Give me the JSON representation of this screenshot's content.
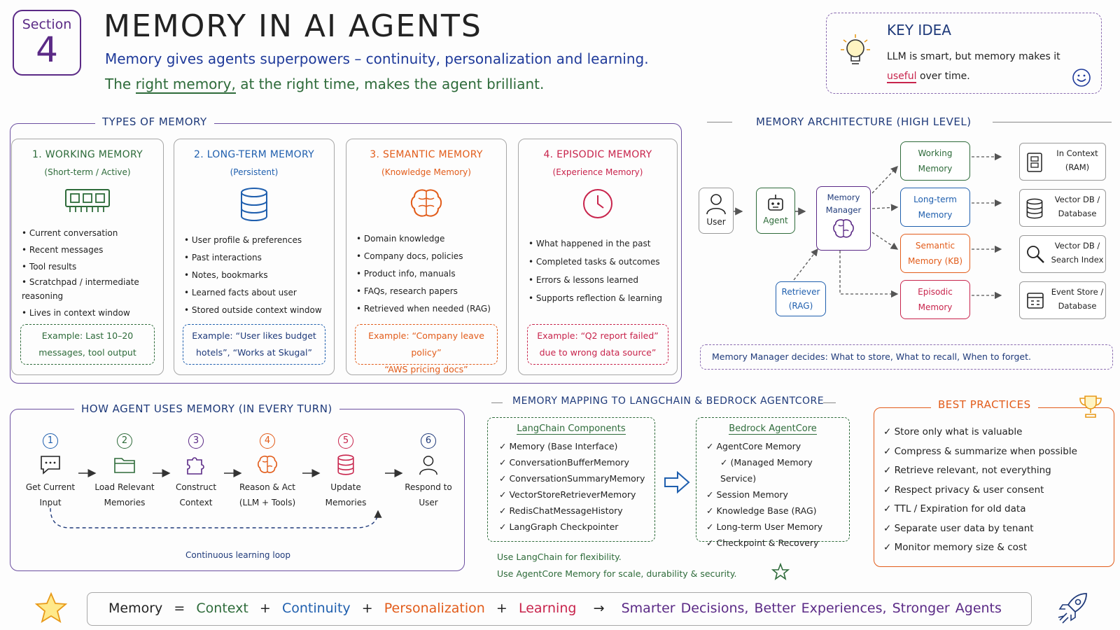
{
  "header": {
    "section_word": "Section",
    "section_num": "4",
    "title": "MEMORY IN AI AGENTS",
    "subtitle1": "Memory gives agents superpowers – continuity, personalization and learning.",
    "subtitle2_a": "The",
    "subtitle2_ul": "right memory,",
    "subtitle2_b": "at the right time, makes the agent brilliant."
  },
  "key_idea": {
    "title": "KEY IDEA",
    "line1": "LLM is smart, but memory makes it",
    "useful": "useful",
    "line2_rest": "over time.",
    "icon": "lightbulb-icon"
  },
  "types": {
    "heading": "TYPES OF MEMORY",
    "cards": [
      {
        "title": "1. WORKING MEMORY",
        "subtitle": "(Short-term / Active)",
        "icon": "ram-chip-icon",
        "bullets": [
          "Current conversation",
          "Recent messages",
          "Tool results",
          "Scratchpad / intermediate reasoning",
          "Lives in context window"
        ],
        "ex1": "Example: Last 10–20",
        "ex2": "messages, tool output",
        "color": "#2e6b3a"
      },
      {
        "title": "2. LONG-TERM MEMORY",
        "subtitle": "(Persistent)",
        "icon": "database-icon",
        "bullets": [
          "User profile & preferences",
          "Past interactions",
          "Notes, bookmarks",
          "Learned facts about user",
          "Stored outside context window"
        ],
        "ex1": "Example: “User likes budget",
        "ex2": "hotels”, “Works at Skugal”",
        "color": "#1f5fae"
      },
      {
        "title": "3. SEMANTIC MEMORY",
        "subtitle": "(Knowledge Memory)",
        "icon": "brain-icon",
        "bullets": [
          "Domain knowledge",
          "Company docs, policies",
          "Product info, manuals",
          "FAQs, research papers",
          "Retrieved when needed (RAG)"
        ],
        "ex1": "Example: “Company leave policy”",
        "ex2": "“AWS pricing docs”",
        "color": "#e25c1a"
      },
      {
        "title": "4. EPISODIC MEMORY",
        "subtitle": "(Experience Memory)",
        "icon": "clock-icon",
        "bullets": [
          "What happened in the past",
          "Completed tasks & outcomes",
          "Errors & lessons learned",
          "Supports reflection & learning"
        ],
        "ex1": "Example: “Q2 report failed”",
        "ex2": "due to wrong data source”",
        "color": "#c8244c"
      }
    ]
  },
  "architecture": {
    "heading": "MEMORY ARCHITECTURE (HIGH LEVEL)",
    "user": "User",
    "agent": "Agent",
    "manager1": "Memory",
    "manager2": "Manager",
    "retriever1": "Retriever",
    "retriever2": "(RAG)",
    "stores": [
      {
        "l1": "Working",
        "l2": "Memory",
        "color": "#2e6b3a"
      },
      {
        "l1": "Long-term",
        "l2": "Memory",
        "color": "#1f5fae"
      },
      {
        "l1": "Semantic",
        "l2": "Memory (KB)",
        "color": "#e25c1a"
      },
      {
        "l1": "Episodic",
        "l2": "Memory",
        "color": "#c8244c"
      }
    ],
    "backends": [
      {
        "l1": "In Context",
        "l2": "(RAM)",
        "icon": "ram-icon"
      },
      {
        "l1": "Vector DB /",
        "l2": "Database",
        "icon": "database-icon"
      },
      {
        "l1": "Vector DB /",
        "l2": "Search Index",
        "icon": "search-icon"
      },
      {
        "l1": "Event Store /",
        "l2": "Database",
        "icon": "calendar-icon"
      }
    ],
    "note": "Memory Manager decides: What to store, What to recall, When to forget."
  },
  "flow": {
    "heading": "HOW AGENT USES MEMORY (IN EVERY TURN)",
    "steps": [
      {
        "n": "1",
        "l1": "Get Current",
        "l2": "Input",
        "icon": "chat-icon",
        "color": "#1f5fae"
      },
      {
        "n": "2",
        "l1": "Load Relevant",
        "l2": "Memories",
        "icon": "folder-icon",
        "color": "#2e6b3a"
      },
      {
        "n": "3",
        "l1": "Construct",
        "l2": "Context",
        "icon": "puzzle-icon",
        "color": "#5b2a86"
      },
      {
        "n": "4",
        "l1": "Reason & Act",
        "l2": "(LLM + Tools)",
        "icon": "brain-icon",
        "color": "#e25c1a"
      },
      {
        "n": "5",
        "l1": "Update",
        "l2": "Memories",
        "icon": "database-icon",
        "color": "#c8244c"
      },
      {
        "n": "6",
        "l1": "Respond to",
        "l2": "User",
        "icon": "user-icon",
        "color": "#1f3a7a"
      }
    ],
    "loop": "Continuous learning loop"
  },
  "mapping": {
    "heading": "MEMORY MAPPING TO LANGCHAIN & BEDROCK AGENTCORE",
    "langchain_title": "LangChain Components",
    "langchain": [
      "Memory (Base Interface)",
      "ConversationBufferMemory",
      "ConversationSummaryMemory",
      "VectorStoreRetrieverMemory",
      "RedisChatMessageHistory",
      "LangGraph Checkpointer"
    ],
    "bedrock_title": "Bedrock AgentCore",
    "bedrock": [
      "AgentCore Memory",
      "(Managed Memory Service)",
      "Session Memory",
      "Knowledge Base (RAG)",
      "Long-term User Memory",
      "Checkpoint & Recovery"
    ],
    "note1": "Use LangChain for flexibility.",
    "note2": "Use AgentCore Memory for scale, durability & security."
  },
  "best": {
    "heading": "BEST PRACTICES",
    "items": [
      "Store only what is valuable",
      "Compress & summarize when possible",
      "Retrieve relevant, not everything",
      "Respect privacy & user consent",
      "TTL / Expiration for old data",
      "Separate user data by tenant",
      "Monitor memory size & cost"
    ]
  },
  "formula": {
    "memory": "Memory",
    "eq": "=",
    "context": "Context",
    "plus1": "+",
    "continuity": "Continuity",
    "plus2": "+",
    "personalization": "Personalization",
    "plus3": "+",
    "learning": "Learning",
    "arrow": "→",
    "result": "Smarter Decisions, Better Experiences, Stronger Agents"
  }
}
